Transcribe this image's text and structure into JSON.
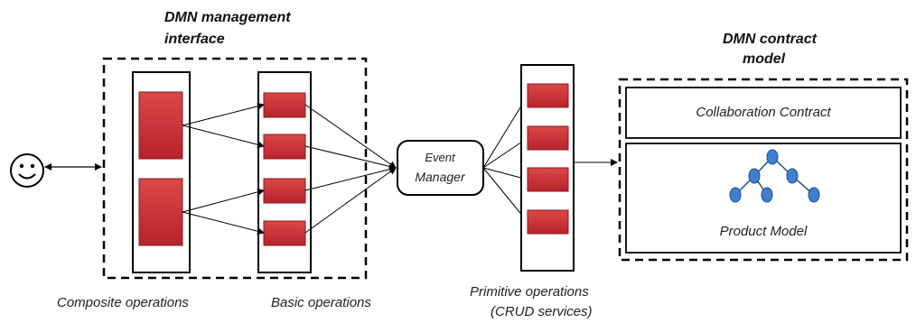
{
  "titles": {
    "interface_line1": "DMN management",
    "interface_line2": "interface",
    "contract_line1": "DMN contract",
    "contract_line2": "model"
  },
  "labels": {
    "composite": "Composite operations",
    "basic": "Basic operations",
    "primitive_line1": "Primitive operations",
    "primitive_line2": "(CRUD services)",
    "event_line1": "Event",
    "event_line2": "Manager",
    "collaboration": "Collaboration Contract",
    "product": "Product Model"
  },
  "icons": {
    "user": "smiley-face-icon",
    "tree": "tree-diagram-icon"
  },
  "colors": {
    "operation_fill": "#c0392b",
    "tree_node": "#3f7fd0"
  }
}
